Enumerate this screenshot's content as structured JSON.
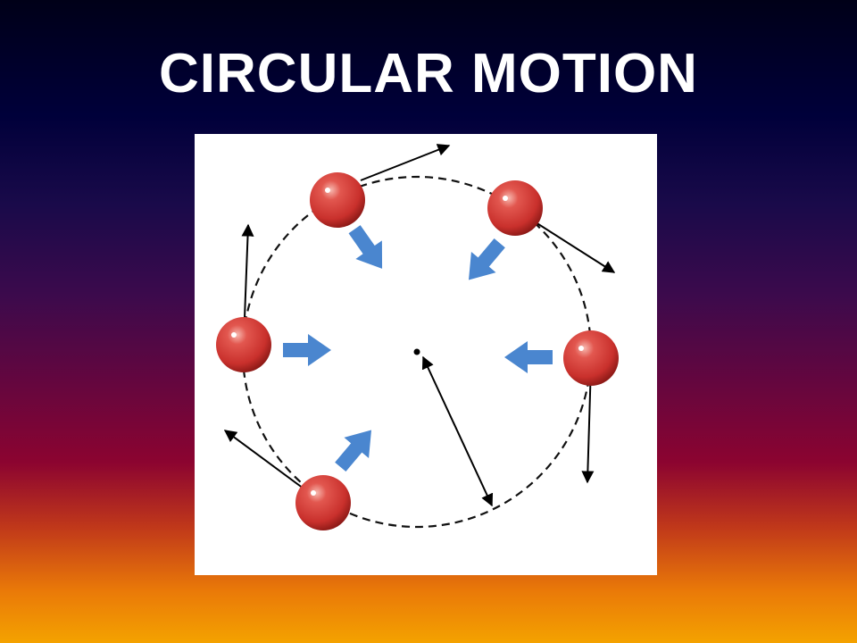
{
  "slide": {
    "title": "CIRCULAR MOTION"
  },
  "diagram": {
    "description_elements": {
      "balls": 5,
      "velocity_arrows": 5,
      "centripetal_arrows": 5
    },
    "colors": {
      "ball": "#c9302c",
      "ball_highlight": "#f7b9b0",
      "ball_shadow": "#8e1a17",
      "centripetal_arrow": "#4a86cf",
      "velocity_arrow": "#000000",
      "orbit": "#111111",
      "panel_background": "#ffffff"
    },
    "icons": [
      "ball",
      "velocity-arrow",
      "centripetal-force-arrow",
      "radius-arrow",
      "center-point"
    ]
  }
}
